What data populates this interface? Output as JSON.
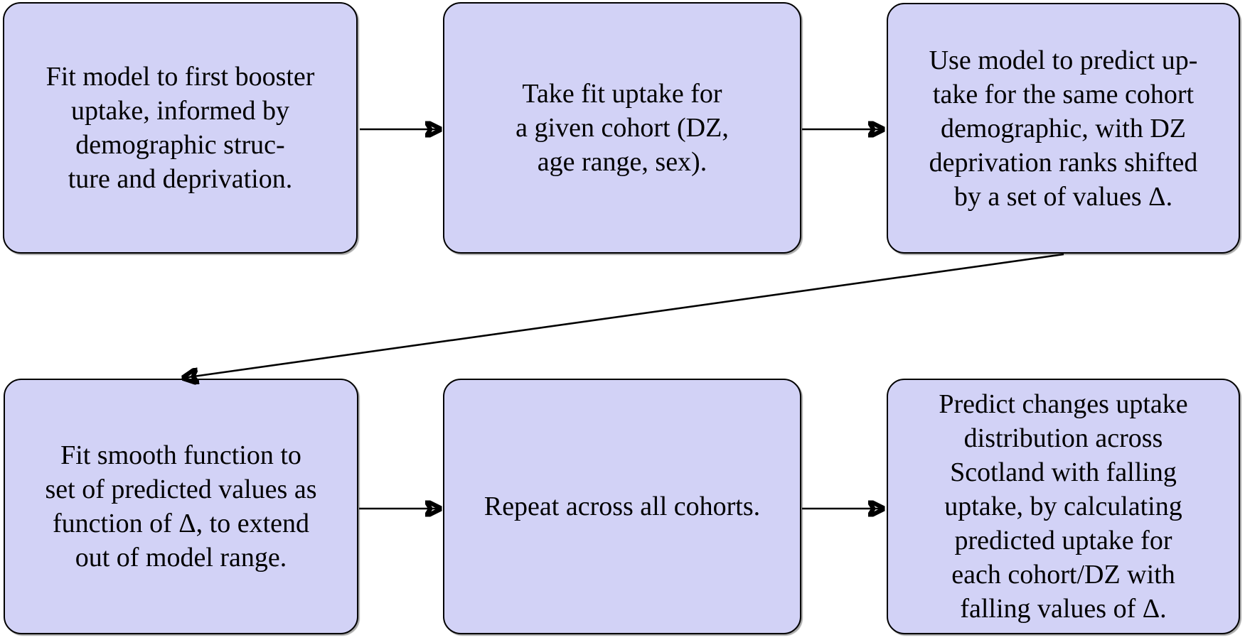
{
  "diagram": {
    "background_color": "#ffffff",
    "box_fill_color": "#d2d2f6",
    "box_border_color": "#000000",
    "arrow_color": "#000000",
    "boxes": [
      {
        "id": "fit-model",
        "text": "Fit model to first booster\nuptake, informed by\ndemographic struc-\nture and deprivation."
      },
      {
        "id": "take-fit-uptake",
        "text": "Take fit uptake for\na given cohort (DZ,\nage range, sex)."
      },
      {
        "id": "predict-shifted-uptake",
        "text": "Use model to predict up-\ntake for the same cohort\ndemographic, with DZ\ndeprivation ranks shifted\nby a set of values Δ."
      },
      {
        "id": "fit-smooth-function",
        "text": "Fit smooth function to\nset of predicted values as\nfunction of Δ, to extend\nout of model range."
      },
      {
        "id": "repeat-cohorts",
        "text": "Repeat across all cohorts."
      },
      {
        "id": "predict-changes-distribution",
        "text": "Predict changes uptake\ndistribution across\nScotland with falling\nuptake, by calculating\npredicted uptake for\neach cohort/DZ with\nfalling values of Δ."
      }
    ],
    "edges": [
      {
        "from": "fit-model",
        "to": "take-fit-uptake"
      },
      {
        "from": "take-fit-uptake",
        "to": "predict-shifted-uptake"
      },
      {
        "from": "predict-shifted-uptake",
        "to": "fit-smooth-function"
      },
      {
        "from": "fit-smooth-function",
        "to": "repeat-cohorts"
      },
      {
        "from": "repeat-cohorts",
        "to": "predict-changes-distribution"
      }
    ]
  }
}
